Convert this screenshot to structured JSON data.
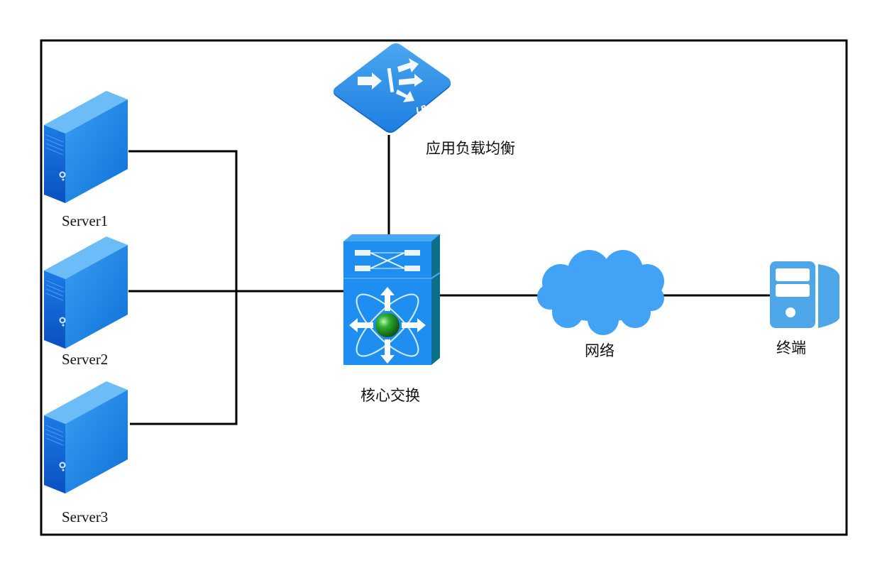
{
  "diagram": {
    "type": "network-topology",
    "nodes": [
      {
        "id": "server1",
        "label": "Server1",
        "kind": "server"
      },
      {
        "id": "server2",
        "label": "Server2",
        "kind": "server"
      },
      {
        "id": "server3",
        "label": "Server3",
        "kind": "server"
      },
      {
        "id": "core_switch",
        "label": "核心交换",
        "kind": "layer3-switch"
      },
      {
        "id": "load_balancer",
        "label": "应用负载均衡",
        "kind": "load-balancer",
        "badge": "LB"
      },
      {
        "id": "network",
        "label": "网络",
        "kind": "cloud"
      },
      {
        "id": "terminal",
        "label": "终端",
        "kind": "terminal-pc"
      }
    ],
    "edges": [
      {
        "from": "server1",
        "to": "core_switch"
      },
      {
        "from": "server2",
        "to": "core_switch"
      },
      {
        "from": "server3",
        "to": "core_switch"
      },
      {
        "from": "load_balancer",
        "to": "core_switch"
      },
      {
        "from": "core_switch",
        "to": "network"
      },
      {
        "from": "network",
        "to": "terminal"
      }
    ],
    "colors": {
      "server_front": "#1f86e8",
      "server_side": "#0a57c9",
      "server_top": "#5cb2f5",
      "switch_body": "#1e8ef0",
      "switch_side": "#0b6f8a",
      "lb_body": "#2a8be6",
      "cloud": "#42a2f5",
      "terminal": "#4da6e8",
      "link": "#000000",
      "border": "#000000",
      "core_ball": "#1a9a1a"
    }
  }
}
